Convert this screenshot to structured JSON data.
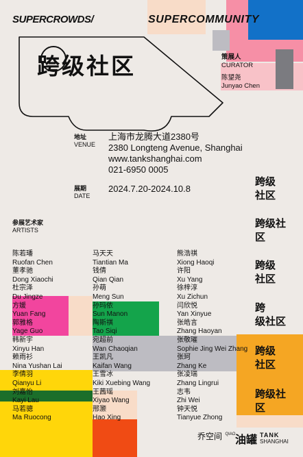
{
  "header": {
    "left": "SUPERCROWDS/",
    "right": "SUPERCOMMUNITY",
    "title": "跨级社区"
  },
  "curator": {
    "label_cn": "策展人",
    "label_en": "CURATOR",
    "name_cn": "陈望尧",
    "name_en": "Junyao Chen"
  },
  "venue": {
    "label_cn": "地址",
    "label_en": "VENUE",
    "address_cn": "上海市龙腾大道2380号",
    "address_en": "2380 Longteng Avenue, Shanghai",
    "website": "www.tankshanghai.com",
    "phone": "021-6950 0005"
  },
  "date": {
    "label_cn": "展期",
    "label_en": "DATE",
    "value": "2024.7.20-2024.10.8"
  },
  "artists": {
    "label_cn": "参展艺术家",
    "label_en": "ARTISTS",
    "col1": [
      "陈若璠",
      "Ruofan Chen",
      "董孝驰",
      "Dong Xiaochi",
      "杜宗泽",
      "Du Jingze",
      "方媛",
      "Yuan Fang",
      "郭雅格",
      "Yage Guo",
      "韩新宇",
      "Xinyu Han",
      "赖雨衫",
      "Nina Yushan Lai",
      "李倩羽",
      "Qianyu Li",
      "刘嘉怡",
      "Kayi Lau",
      "马若骢",
      "Ma Ruocong"
    ],
    "col2": [
      "马天天",
      "Tiantian Ma",
      "钱倩",
      "Qian Qian",
      "孙萌",
      "Meng Sun",
      "孙玛依",
      "Sun Manon",
      "陶斯祺",
      "Tao Siqi",
      "宛超前",
      "Wan Chaoqian",
      "王凯凡",
      "Kaifan Wang",
      "王雪冰",
      "Kiki Xuebing Wang",
      "王茜瑶",
      "Xiyao Wang",
      "邢灏",
      "Hao Xing"
    ],
    "col3": [
      "熊浩祺",
      "Xiong Haoqi",
      "许阳",
      "Xu Yang",
      "徐梓淳",
      "Xu Zichun",
      "闫欣悦",
      "Yan Xinyue",
      "张皓言",
      "Zhang Haoyan",
      "张敬璀",
      "Sophie Jing Wei Zhang",
      "张珂",
      "Zhang Ke",
      "张凌瑞",
      "Zhang Lingrui",
      "志韦",
      "Zhi Wei",
      "钟天悦",
      "Tianyue Zhong"
    ]
  },
  "right_titles": [
    "跨级\n社区",
    "跨级社\n区",
    "跨级\n社区",
    "跨\n级社区",
    "跨级\n社区",
    "跨级社\n区"
  ],
  "logos": {
    "qiao_cn": "乔空间",
    "qiao_en": "QIAO",
    "tank_cn": "油罐",
    "tank_en_1": "TANK",
    "tank_en_2": "SHANGHAI"
  },
  "colors": {
    "blue": "#1271c8",
    "pink": "#f26f95",
    "magenta": "#f2459e",
    "green": "#14a44b",
    "dark_green": "#1b6e2a",
    "yellow": "#ffd60a",
    "orange": "#f5a623",
    "red": "#f04b14",
    "peach": "#f8dcc8",
    "gray": "#bdbcc2",
    "dark_gray": "#7b7b80",
    "light_pink": "#f8c2c8"
  }
}
